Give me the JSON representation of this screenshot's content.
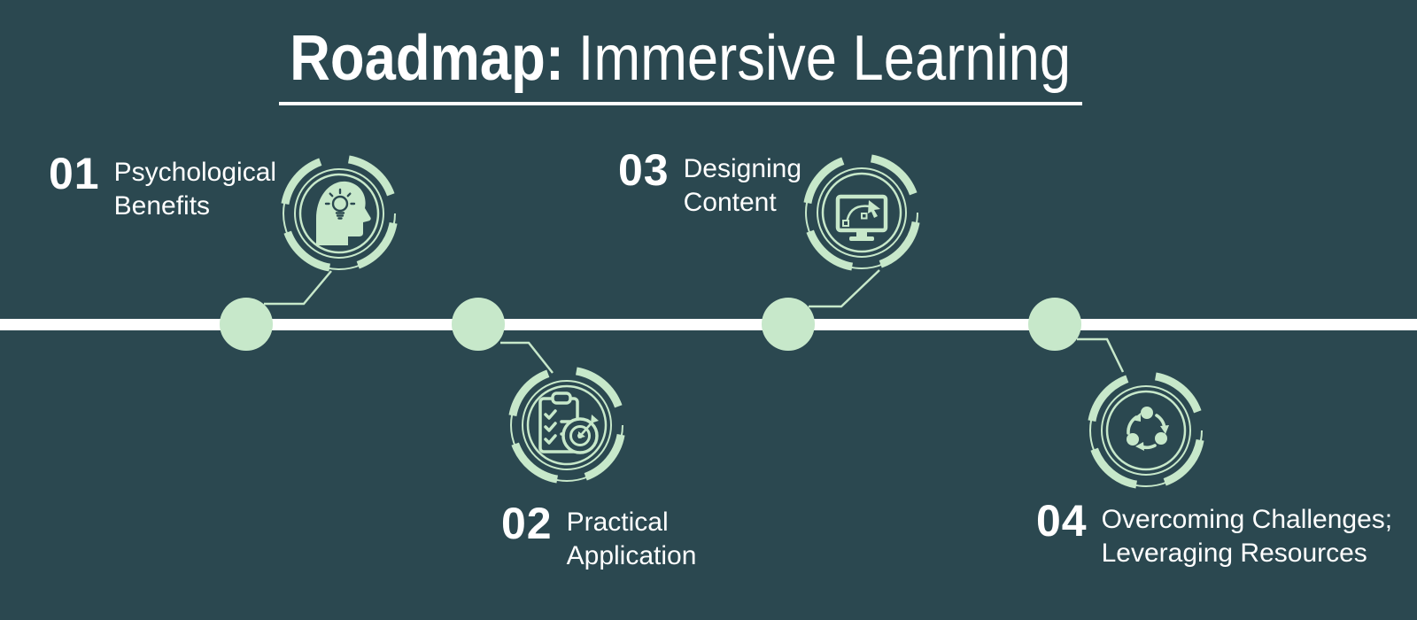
{
  "colors": {
    "background": "#2b4850",
    "accent_mint": "#c7e8ca",
    "text_white": "#ffffff"
  },
  "title": {
    "bold": "Roadmap:",
    "regular": "Immersive Learning"
  },
  "steps": [
    {
      "number": "01",
      "label_lines": [
        "Psychological",
        "Benefits"
      ],
      "icon": "head-lightbulb-icon"
    },
    {
      "number": "02",
      "label_lines": [
        "Practical",
        "Application"
      ],
      "icon": "clipboard-target-icon"
    },
    {
      "number": "03",
      "label_lines": [
        "Designing",
        "Content"
      ],
      "icon": "monitor-bezier-icon"
    },
    {
      "number": "04",
      "label_lines": [
        "Overcoming Challenges;",
        "Leveraging Resources"
      ],
      "icon": "cycle-arrows-icon"
    }
  ]
}
